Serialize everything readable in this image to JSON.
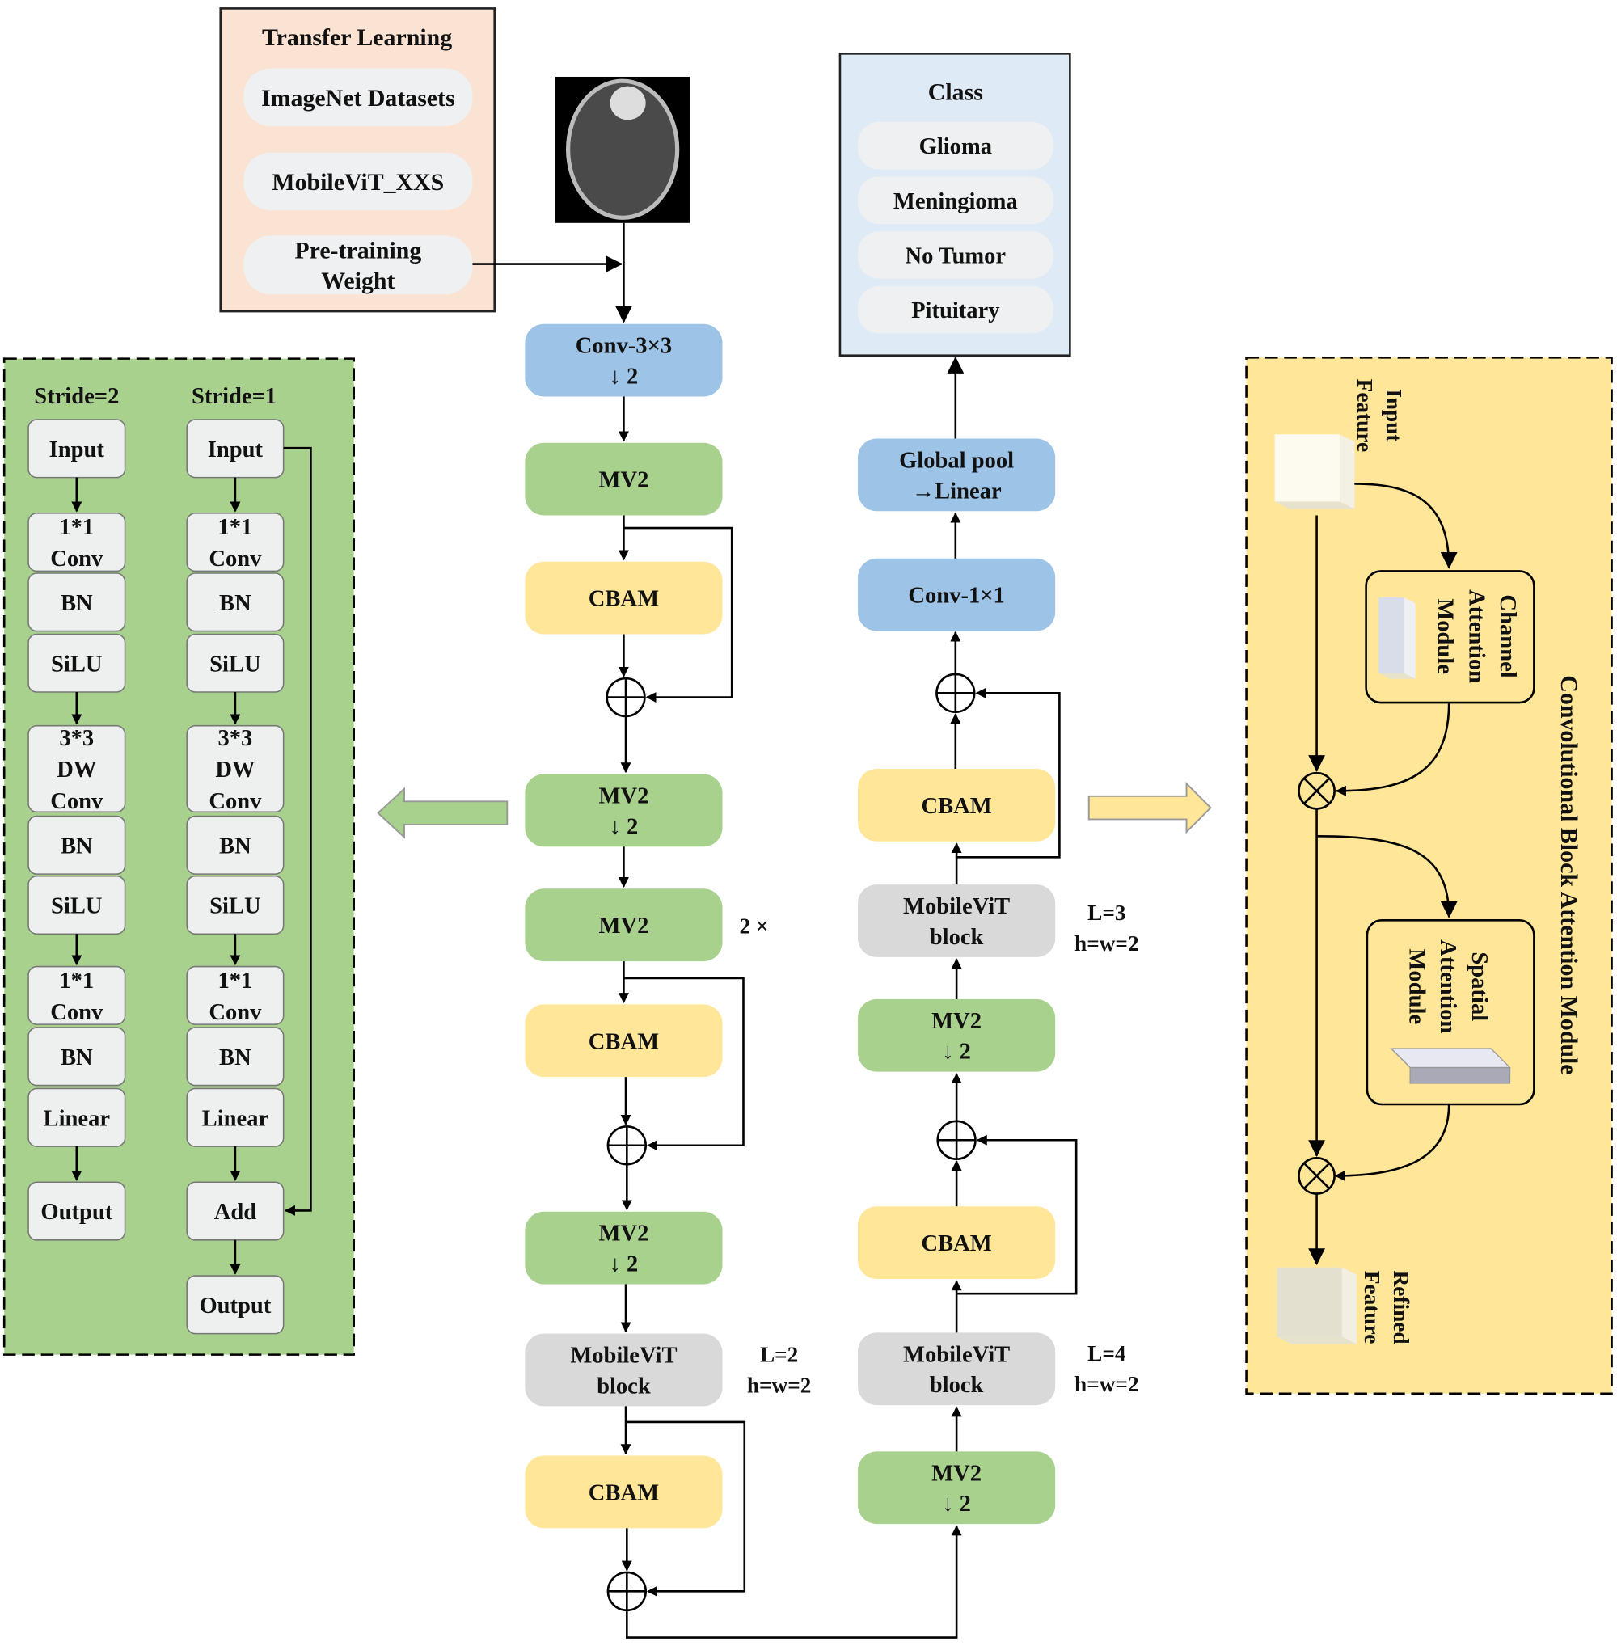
{
  "colors": {
    "transfer_bg": "#fbe3d4",
    "class_bg": "#deebf7",
    "blue_block": "#9dc3e6",
    "green_block": "#a9d18e",
    "yellow_block": "#ffe699",
    "gray_block": "#d9d9d9",
    "pill": "#eef0f1"
  },
  "transfer": {
    "title": "Transfer Learning",
    "items": [
      "ImageNet Datasets",
      "MobileViT_XXS",
      "Pre-training\nWeight"
    ]
  },
  "class_panel": {
    "title": "Class",
    "items": [
      "Glioma",
      "Meningioma",
      "No Tumor",
      "Pituitary"
    ]
  },
  "main_column": [
    "Conv-3×3\n↓ 2",
    "MV2",
    "CBAM",
    "MV2\n↓ 2",
    "MV2",
    "CBAM",
    "MV2\n↓ 2",
    "MobileViT\nblock",
    "CBAM"
  ],
  "second_column": [
    "MV2\n↓ 2",
    "MobileViT\nblock",
    "CBAM",
    "MV2\n↓ 2",
    "MobileViT\nblock",
    "CBAM",
    "Conv-1×1",
    "Global pool\n→Linear"
  ],
  "annotations": {
    "repeat": "2 ×",
    "block1": "L=2\nh=w=2",
    "block2": "L=4\nh=w=2",
    "block3": "L=3\nh=w=2"
  },
  "mv2_panel": {
    "stride2_label": "Stride=2",
    "stride1_label": "Stride=1",
    "stride2_layers": [
      "Input",
      "1*1\nConv",
      "BN",
      "SiLU",
      "3*3\nDW\nConv",
      "BN",
      "SiLU",
      "1*1\nConv",
      "BN",
      "Linear",
      "Output"
    ],
    "stride1_layers": [
      "Input",
      "1*1\nConv",
      "BN",
      "SiLU",
      "3*3\nDW\nConv",
      "BN",
      "SiLU",
      "1*1\nConv",
      "BN",
      "Linear",
      "Add",
      "Output"
    ]
  },
  "cbam_panel": {
    "title": "Convolutional Block Attention Module",
    "input_feature": "Input\nFeature",
    "channel_module": "Channel\nAttention\nModule",
    "spatial_module": "Spatial\nAttention\nModule",
    "refined_feature": "Refined\nFeature"
  }
}
